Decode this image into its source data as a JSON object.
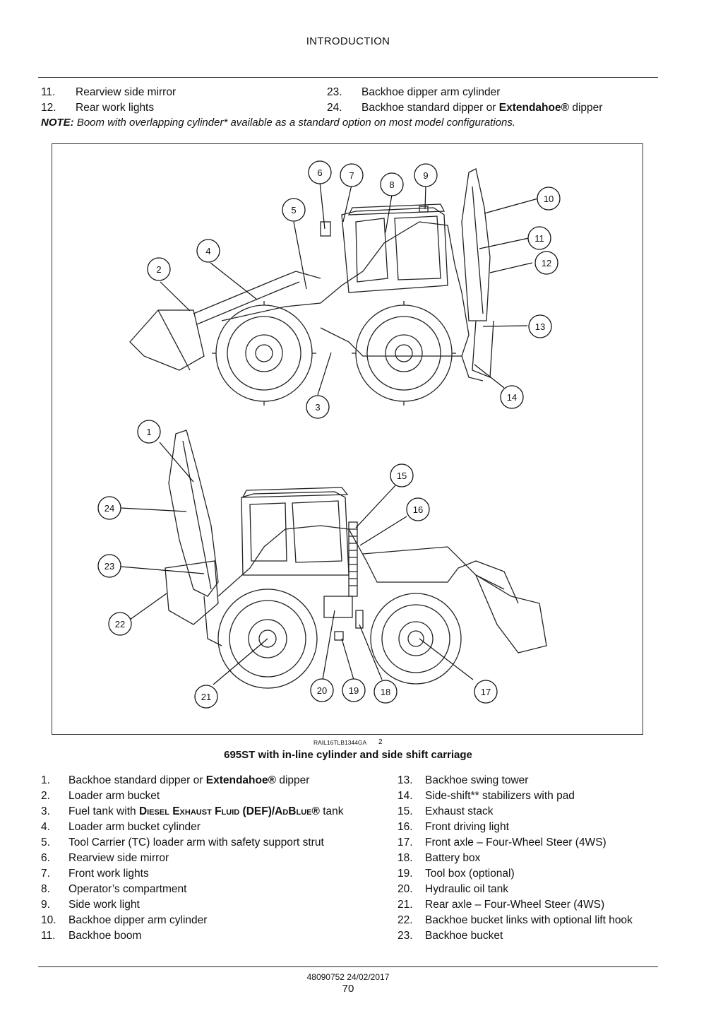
{
  "header": {
    "title": "INTRODUCTION"
  },
  "top_list": [
    {
      "num": "11.",
      "text": "Rearview side mirror"
    },
    {
      "num": "12.",
      "text": "Rear work lights"
    },
    {
      "num": "23.",
      "text": "Backhoe dipper arm cylinder"
    },
    {
      "num": "24.",
      "text_pre": "Backhoe standard dipper or ",
      "text_bold": "Extendahoe®",
      "text_post": " dipper"
    }
  ],
  "note": {
    "label": "NOTE:",
    "text": " Boom with overlapping cylinder* available as a standard option on most model configurations."
  },
  "figure": {
    "code": "RAIL16TLB1344GA",
    "number": "2",
    "caption": "695ST with in-line cylinder and side shift carriage",
    "callouts": [
      "1",
      "2",
      "3",
      "4",
      "5",
      "6",
      "7",
      "8",
      "9",
      "10",
      "11",
      "12",
      "13",
      "14",
      "15",
      "16",
      "17",
      "18",
      "19",
      "20",
      "21",
      "22",
      "23",
      "24"
    ]
  },
  "legend_left": [
    {
      "num": "1.",
      "pre": "Backhoe standard dipper or ",
      "bold": "Extendahoe®",
      "post": " dipper"
    },
    {
      "num": "2.",
      "text": "Loader arm bucket"
    },
    {
      "num": "3.",
      "pre": "Fuel tank with ",
      "sc": "Diesel Exhaust Fluid (DEF)/AdBlue®",
      "post": " tank"
    },
    {
      "num": "4.",
      "text": "Loader arm bucket cylinder"
    },
    {
      "num": "5.",
      "text": "Tool Carrier (TC) loader arm with safety support strut"
    },
    {
      "num": "6.",
      "text": "Rearview side mirror"
    },
    {
      "num": "7.",
      "text": "Front work lights"
    },
    {
      "num": "8.",
      "text": "Operator’s compartment"
    },
    {
      "num": "9.",
      "text": "Side work light"
    },
    {
      "num": "10.",
      "text": "Backhoe dipper arm cylinder"
    },
    {
      "num": "11.",
      "text": "Backhoe boom"
    }
  ],
  "legend_right": [
    {
      "num": "13.",
      "text": "Backhoe swing tower"
    },
    {
      "num": "14.",
      "text": "Side-shift** stabilizers with pad"
    },
    {
      "num": "15.",
      "text": "Exhaust stack"
    },
    {
      "num": "16.",
      "text": "Front driving light"
    },
    {
      "num": "17.",
      "text": "Front axle – Four-Wheel Steer (4WS)"
    },
    {
      "num": "18.",
      "text": "Battery box"
    },
    {
      "num": "19.",
      "text": "Tool box (optional)"
    },
    {
      "num": "20.",
      "text": "Hydraulic oil tank"
    },
    {
      "num": "21.",
      "text": "Rear axle – Four-Wheel Steer (4WS)"
    },
    {
      "num": "22.",
      "text": "Backhoe bucket links with optional lift hook"
    },
    {
      "num": "23.",
      "text": "Backhoe bucket"
    }
  ],
  "footer": {
    "doc_code": "48090752 24/02/2017",
    "page": "70"
  }
}
